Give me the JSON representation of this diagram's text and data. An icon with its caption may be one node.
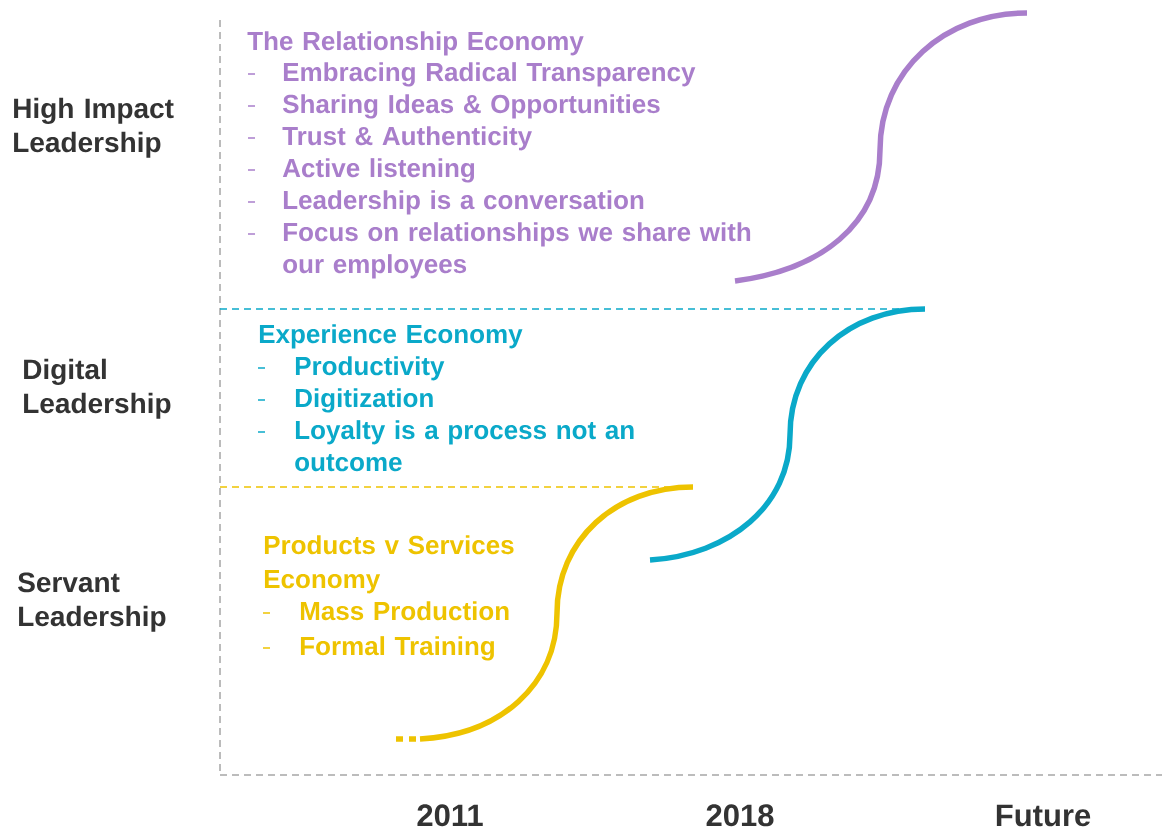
{
  "diagram": {
    "labels": [
      "High Impact Leadership",
      "The Relationship Economy",
      "Embracing Radical Transparency",
      "Sharing Ideas & Opportunities",
      "Trust & Authenticity",
      "Active listening",
      "Leadership is a conversation",
      "Focus on relationships we share with our employees",
      "Digital Leadership",
      "Experience Economy",
      "Productivity",
      "Digitization",
      "Loyalty is a process not an outcome",
      "Servant Leadership",
      "Products v Services Economy",
      "Mass Production",
      "Formal Training",
      "2011",
      "2018",
      "Future"
    ]
  }
}
